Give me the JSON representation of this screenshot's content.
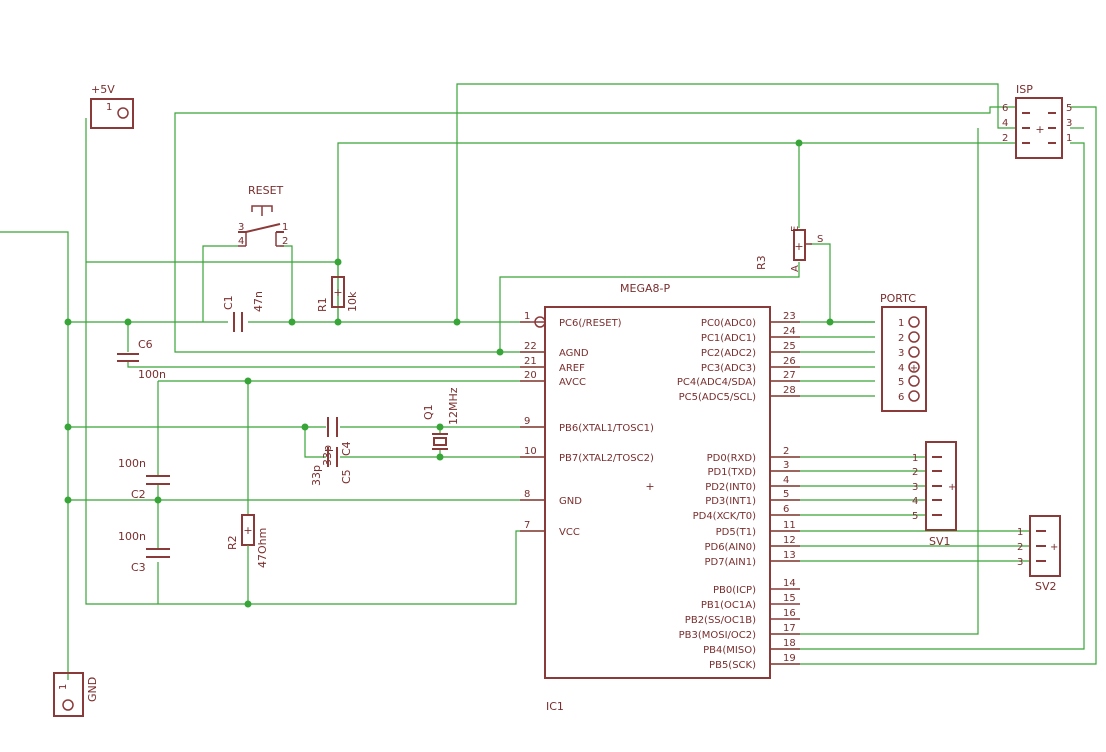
{
  "ic1": {
    "name": "IC1",
    "value": "MEGA8-P",
    "left_pins": [
      {
        "num": "1",
        "name": "PC6(/RESET)"
      },
      {
        "num": "22",
        "name": "AGND"
      },
      {
        "num": "21",
        "name": "AREF"
      },
      {
        "num": "20",
        "name": "AVCC"
      },
      {
        "num": "9",
        "name": "PB6(XTAL1/TOSC1)"
      },
      {
        "num": "10",
        "name": "PB7(XTAL2/TOSC2)"
      },
      {
        "num": "8",
        "name": "GND"
      },
      {
        "num": "7",
        "name": "VCC"
      }
    ],
    "right_pins": [
      {
        "num": "23",
        "name": "PC0(ADC0)"
      },
      {
        "num": "24",
        "name": "PC1(ADC1)"
      },
      {
        "num": "25",
        "name": "PC2(ADC2)"
      },
      {
        "num": "26",
        "name": "PC3(ADC3)"
      },
      {
        "num": "27",
        "name": "PC4(ADC4/SDA)"
      },
      {
        "num": "28",
        "name": "PC5(ADC5/SCL)"
      },
      {
        "num": "2",
        "name": "PD0(RXD)"
      },
      {
        "num": "3",
        "name": "PD1(TXD)"
      },
      {
        "num": "4",
        "name": "PD2(INT0)"
      },
      {
        "num": "5",
        "name": "PD3(INT1)"
      },
      {
        "num": "6",
        "name": "PD4(XCK/T0)"
      },
      {
        "num": "11",
        "name": "PD5(T1)"
      },
      {
        "num": "12",
        "name": "PD6(AIN0)"
      },
      {
        "num": "13",
        "name": "PD7(AIN1)"
      },
      {
        "num": "14",
        "name": "PB0(ICP)"
      },
      {
        "num": "15",
        "name": "PB1(OC1A)"
      },
      {
        "num": "16",
        "name": "PB2(SS/OC1B)"
      },
      {
        "num": "17",
        "name": "PB3(MOSI/OC2)"
      },
      {
        "num": "18",
        "name": "PB4(MISO)"
      },
      {
        "num": "19",
        "name": "PB5(SCK)"
      }
    ]
  },
  "parts": {
    "plus5v": {
      "name": "+5V",
      "pin": "1"
    },
    "gnd": {
      "name": "GND",
      "pin": "1"
    },
    "isp": {
      "name": "ISP",
      "pins": [
        "6",
        "5",
        "4",
        "3",
        "2",
        "1"
      ]
    },
    "reset": {
      "name": "RESET",
      "pins": [
        "3",
        "1",
        "4",
        "2"
      ]
    },
    "c1": {
      "name": "C1",
      "value": "47n"
    },
    "r1": {
      "name": "R1",
      "value": "10k"
    },
    "r3": {
      "name": "R3",
      "pins": [
        "E",
        "A",
        "S"
      ]
    },
    "c6": {
      "name": "C6",
      "value": "100n"
    },
    "c2": {
      "name": "C2",
      "value": "100n"
    },
    "c3": {
      "name": "C3",
      "value": "100n"
    },
    "r2": {
      "name": "R2",
      "value": "47Ohm"
    },
    "c4": {
      "name": "C4",
      "value": "33p"
    },
    "c5": {
      "name": "C5",
      "value": "33p"
    },
    "q1": {
      "name": "Q1",
      "value": "12MHz"
    },
    "portc": {
      "name": "PORTC",
      "pins": [
        "1",
        "2",
        "3",
        "4",
        "5",
        "6"
      ]
    },
    "sv1": {
      "name": "SV1",
      "pins": [
        "1",
        "2",
        "3",
        "4",
        "5"
      ]
    },
    "sv2": {
      "name": "SV2",
      "pins": [
        "1",
        "2",
        "3"
      ]
    }
  },
  "colors": {
    "part": "#8b3a3a",
    "wire": "#38a538",
    "background": "#ffffff"
  }
}
